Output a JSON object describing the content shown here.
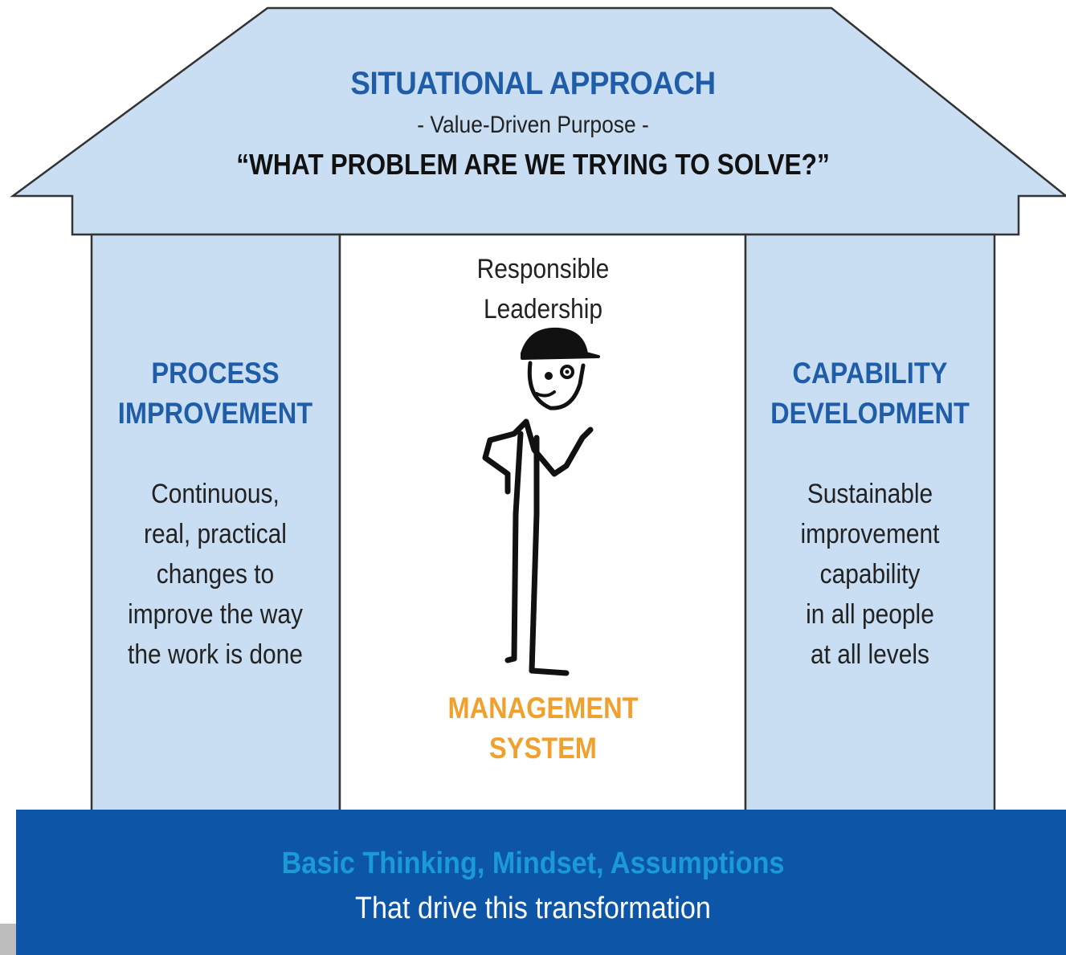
{
  "roof": {
    "title": "SITUATIONAL APPROACH",
    "subtitle": "- Value-Driven Purpose -",
    "question": "“WHAT PROBLEM ARE WE TRYING TO SOLVE?”"
  },
  "left_pillar": {
    "heading_line1": "PROCESS",
    "heading_line2": "IMPROVEMENT",
    "body": [
      "Continuous,",
      "real, practical",
      "changes to",
      "improve the way",
      "the work is done"
    ]
  },
  "center": {
    "caption_line1": "Responsible",
    "caption_line2": "Leadership",
    "figure_icon": "stick-figure-leader-icon",
    "title_line1": "MANAGEMENT",
    "title_line2": "SYSTEM"
  },
  "right_pillar": {
    "heading_line1": "CAPABILITY",
    "heading_line2": "DEVELOPMENT",
    "body": [
      "Sustainable",
      "improvement",
      "capability",
      "in all people",
      "at all levels"
    ]
  },
  "foundation": {
    "title": "Basic Thinking, Mindset, Assumptions",
    "subtitle": "That drive this transformation"
  },
  "colors": {
    "light_blue": "#c9def3",
    "dark_blue": "#0d55a6",
    "heading_blue": "#1f5da8",
    "orange": "#f0a12d",
    "foundation_title": "#1a9bd6"
  }
}
